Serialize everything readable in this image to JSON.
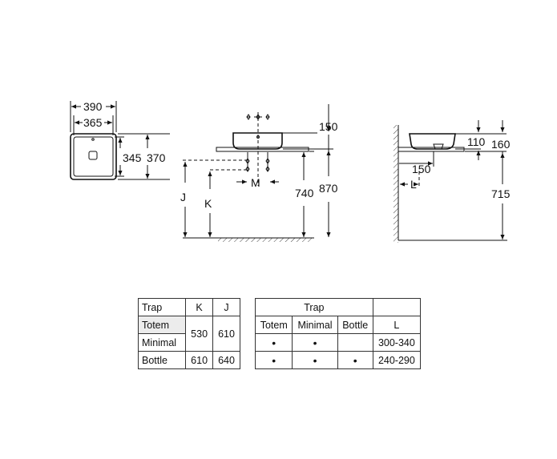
{
  "diagram": {
    "top_view": {
      "width_outer": "390",
      "width_inner": "365",
      "depth_inner": "345",
      "depth_outer": "370"
    },
    "front_view": {
      "basin_height": "150",
      "counter_height": "740",
      "overall_height": "870",
      "label_j": "J",
      "label_k": "K",
      "label_m": "M"
    },
    "side_view": {
      "dim_110": "110",
      "dim_160": "160",
      "dim_150": "150",
      "label_l": "L",
      "dim_715": "715"
    }
  },
  "table_kj": {
    "headers": [
      "Trap",
      "K",
      "J"
    ],
    "rows": [
      {
        "trap": "Totem"
      },
      {
        "trap": "Minimal"
      },
      {
        "trap": "Bottle",
        "k": "610",
        "j": "640"
      }
    ],
    "merged": {
      "k": "530",
      "j": "610"
    }
  },
  "table_l": {
    "group_header": "Trap",
    "headers": [
      "Totem",
      "Minimal",
      "Bottle",
      "L"
    ],
    "rows": [
      {
        "totem": "•",
        "minimal": "•",
        "bottle": "",
        "l": "300-340"
      },
      {
        "totem": "•",
        "minimal": "•",
        "bottle": "•",
        "l": "240-290"
      }
    ]
  }
}
